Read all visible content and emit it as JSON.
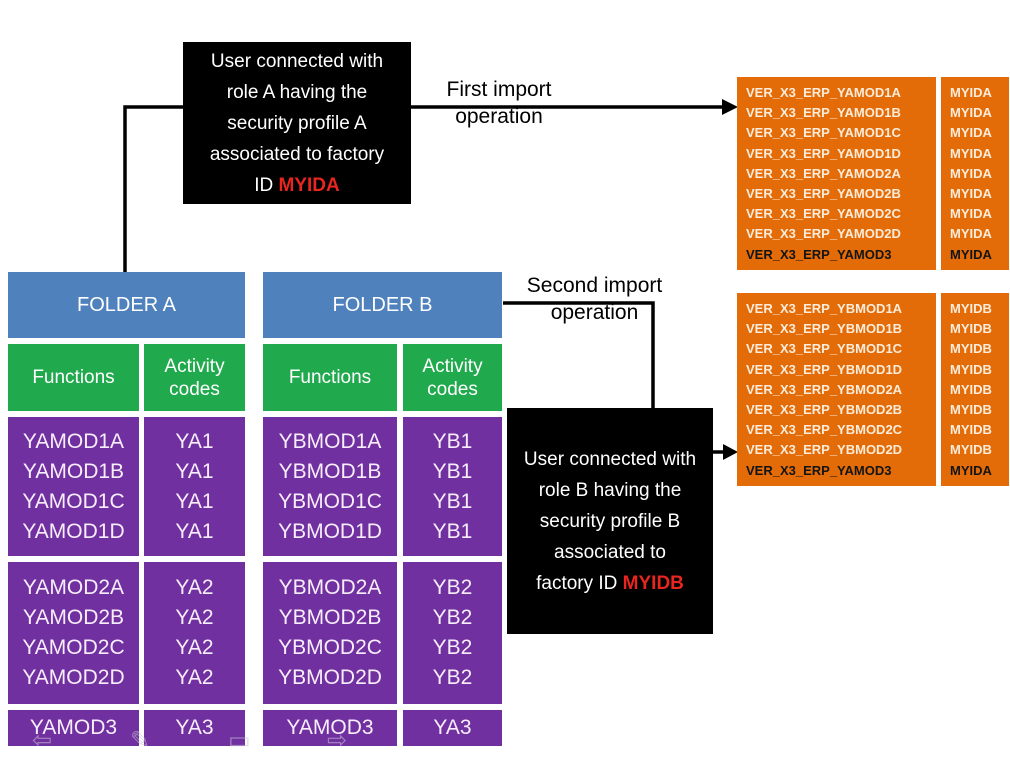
{
  "labels": {
    "first_import": "First import operation",
    "second_import": "Second import operation"
  },
  "role_boxes": {
    "a": {
      "text": "User connected with role A having the security profile A associated to factory ID ",
      "highlight": "MYIDA"
    },
    "b": {
      "text": "User connected with role B having the security profile B associated to factory ID ",
      "highlight": "MYIDB"
    }
  },
  "folders": {
    "a": {
      "header": "FOLDER A",
      "columns": {
        "functions": "Functions",
        "activity": "Activity codes"
      },
      "groups": [
        {
          "functions": [
            "YAMOD1A",
            "YAMOD1B",
            "YAMOD1C",
            "YAMOD1D"
          ],
          "codes": [
            "YA1",
            "YA1",
            "YA1",
            "YA1"
          ]
        },
        {
          "functions": [
            "YAMOD2A",
            "YAMOD2B",
            "YAMOD2C",
            "YAMOD2D"
          ],
          "codes": [
            "YA2",
            "YA2",
            "YA2",
            "YA2"
          ]
        },
        {
          "functions": [
            "YAMOD3"
          ],
          "codes": [
            "YA3"
          ]
        }
      ]
    },
    "b": {
      "header": "FOLDER B",
      "columns": {
        "functions": "Functions",
        "activity": "Activity codes"
      },
      "groups": [
        {
          "functions": [
            "YBMOD1A",
            "YBMOD1B",
            "YBMOD1C",
            "YBMOD1D"
          ],
          "codes": [
            "YB1",
            "YB1",
            "YB1",
            "YB1"
          ]
        },
        {
          "functions": [
            "YBMOD2A",
            "YBMOD2B",
            "YBMOD2C",
            "YBMOD2D"
          ],
          "codes": [
            "YB2",
            "YB2",
            "YB2",
            "YB2"
          ]
        },
        {
          "functions": [
            "YAMOD3"
          ],
          "codes": [
            "YA3"
          ]
        }
      ]
    }
  },
  "import_results": {
    "first": {
      "functions": [
        {
          "text": "VER_X3_ERP_YAMOD1A"
        },
        {
          "text": "VER_X3_ERP_YAMOD1B"
        },
        {
          "text": "VER_X3_ERP_YAMOD1C"
        },
        {
          "text": "VER_X3_ERP_YAMOD1D"
        },
        {
          "text": "VER_X3_ERP_YAMOD2A"
        },
        {
          "text": "VER_X3_ERP_YAMOD2B"
        },
        {
          "text": "VER_X3_ERP_YAMOD2C"
        },
        {
          "text": "VER_X3_ERP_YAMOD2D"
        },
        {
          "text": "VER_X3_ERP_YAMOD3",
          "dark": true
        }
      ],
      "factory_ids": [
        {
          "text": "MYIDA"
        },
        {
          "text": "MYIDA"
        },
        {
          "text": "MYIDA"
        },
        {
          "text": "MYIDA"
        },
        {
          "text": "MYIDA"
        },
        {
          "text": "MYIDA"
        },
        {
          "text": "MYIDA"
        },
        {
          "text": "MYIDA"
        },
        {
          "text": "MYIDA",
          "dark": true
        }
      ]
    },
    "second": {
      "functions": [
        {
          "text": "VER_X3_ERP_YBMOD1A"
        },
        {
          "text": "VER_X3_ERP_YBMOD1B"
        },
        {
          "text": "VER_X3_ERP_YBMOD1C"
        },
        {
          "text": "VER_X3_ERP_YBMOD1D"
        },
        {
          "text": "VER_X3_ERP_YBMOD2A"
        },
        {
          "text": "VER_X3_ERP_YBMOD2B"
        },
        {
          "text": "VER_X3_ERP_YBMOD2C"
        },
        {
          "text": "VER_X3_ERP_YBMOD2D"
        },
        {
          "text": "VER_X3_ERP_YAMOD3",
          "dark": true
        }
      ],
      "factory_ids": [
        {
          "text": "MYIDB"
        },
        {
          "text": "MYIDB"
        },
        {
          "text": "MYIDB"
        },
        {
          "text": "MYIDB"
        },
        {
          "text": "MYIDB"
        },
        {
          "text": "MYIDB"
        },
        {
          "text": "MYIDB"
        },
        {
          "text": "MYIDB"
        },
        {
          "text": "MYIDA",
          "dark": true
        }
      ]
    }
  },
  "presenter_nav": [
    {
      "name": "previous-slide",
      "glyph": "⇦"
    },
    {
      "name": "pen-tool",
      "glyph": "✎"
    },
    {
      "name": "slide-menu",
      "glyph": "▭"
    },
    {
      "name": "next-slide",
      "glyph": "⇨"
    }
  ],
  "colors": {
    "folder_header_blue": "#4f81bd",
    "column_header_green": "#21a94d",
    "cell_purple": "#7030a0",
    "import_table_orange": "#e36c09",
    "highlight_red": "#e8251f",
    "connector_black": "#000000"
  }
}
